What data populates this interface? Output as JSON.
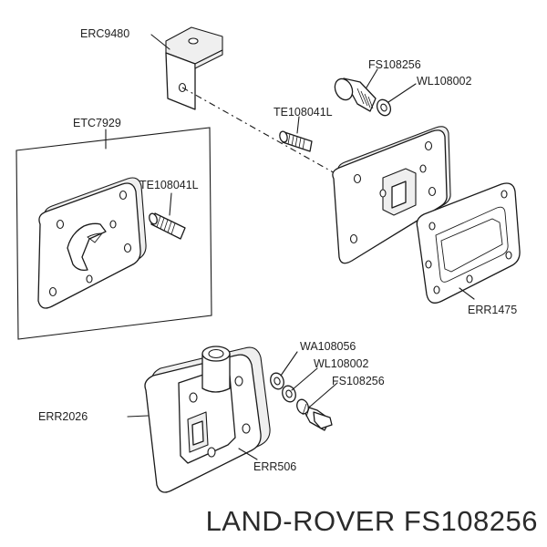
{
  "labels": {
    "erc9480": "ERC9480",
    "fs108256_top": "FS108256",
    "wl108002_top": "WL108002",
    "te108041l_top": "TE108041L",
    "etc7929": "ETC7929",
    "te108041l_box": "TE108041L",
    "err1475": "ERR1475",
    "wa108056": "WA108056",
    "wl108002_bottom": "WL108002",
    "fs108256_bottom": "FS108256",
    "err2026": "ERR2026",
    "err506": "ERR506"
  },
  "footer": {
    "brand": "LAND-ROVER FS108256"
  }
}
